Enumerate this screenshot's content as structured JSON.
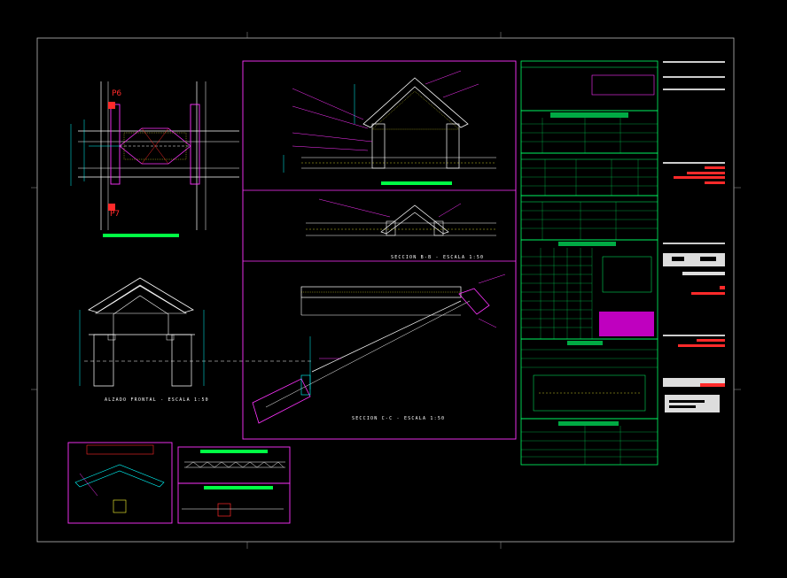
{
  "drawing": {
    "plan_labels": {
      "top": "P6",
      "bottom": "P7"
    },
    "captions": {
      "front_elevation": "ALZADO FRONTAL - ESCALA 1:50",
      "section_bb": "SECCION B-B - ESCALA 1:50",
      "section_cc": "SECCION C-C - ESCALA 1:50"
    }
  },
  "colors": {
    "background": "#000000",
    "frame": "#ffffff",
    "panel_border": "#ff33ff",
    "tables": "#00ff66",
    "accent": "#ff2a2a",
    "hatch": "#ffff33",
    "dimension": "#00ffff"
  }
}
